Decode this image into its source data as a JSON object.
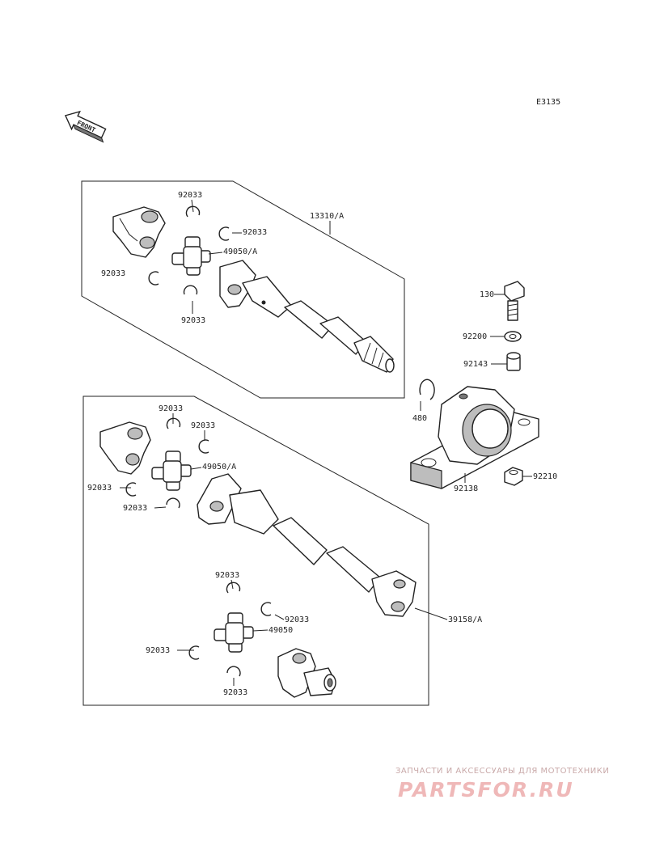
{
  "diagram_code": "E3135",
  "front_arrow": {
    "label": "FRONT",
    "icon": "front-arrow-icon"
  },
  "labels": {
    "lbl_13310": "13310/A",
    "lbl_49050a_top": "49050/A",
    "lbl_92033_t1": "92033",
    "lbl_92033_t2": "92033",
    "lbl_92033_t3": "92033",
    "lbl_92033_t4": "92033",
    "lbl_130": "130",
    "lbl_92200": "92200",
    "lbl_92143": "92143",
    "lbl_480": "480",
    "lbl_92138": "92138",
    "lbl_92210": "92210",
    "lbl_92033_b1": "92033",
    "lbl_92033_b2": "92033",
    "lbl_49050a_bot": "49050/A",
    "lbl_92033_b3": "92033",
    "lbl_92033_b4": "92033",
    "lbl_92033_b5": "92033",
    "lbl_92033_b6": "92033",
    "lbl_49050": "49050",
    "lbl_39158": "39158/A",
    "lbl_92033_b7": "92033",
    "lbl_92033_b8": "92033"
  },
  "watermark": {
    "tagline": "ЗАПЧАСТИ И АКСЕССУАРЫ ДЛЯ МОТОТЕХНИКИ",
    "logo": "PARTSFOR.RU"
  }
}
